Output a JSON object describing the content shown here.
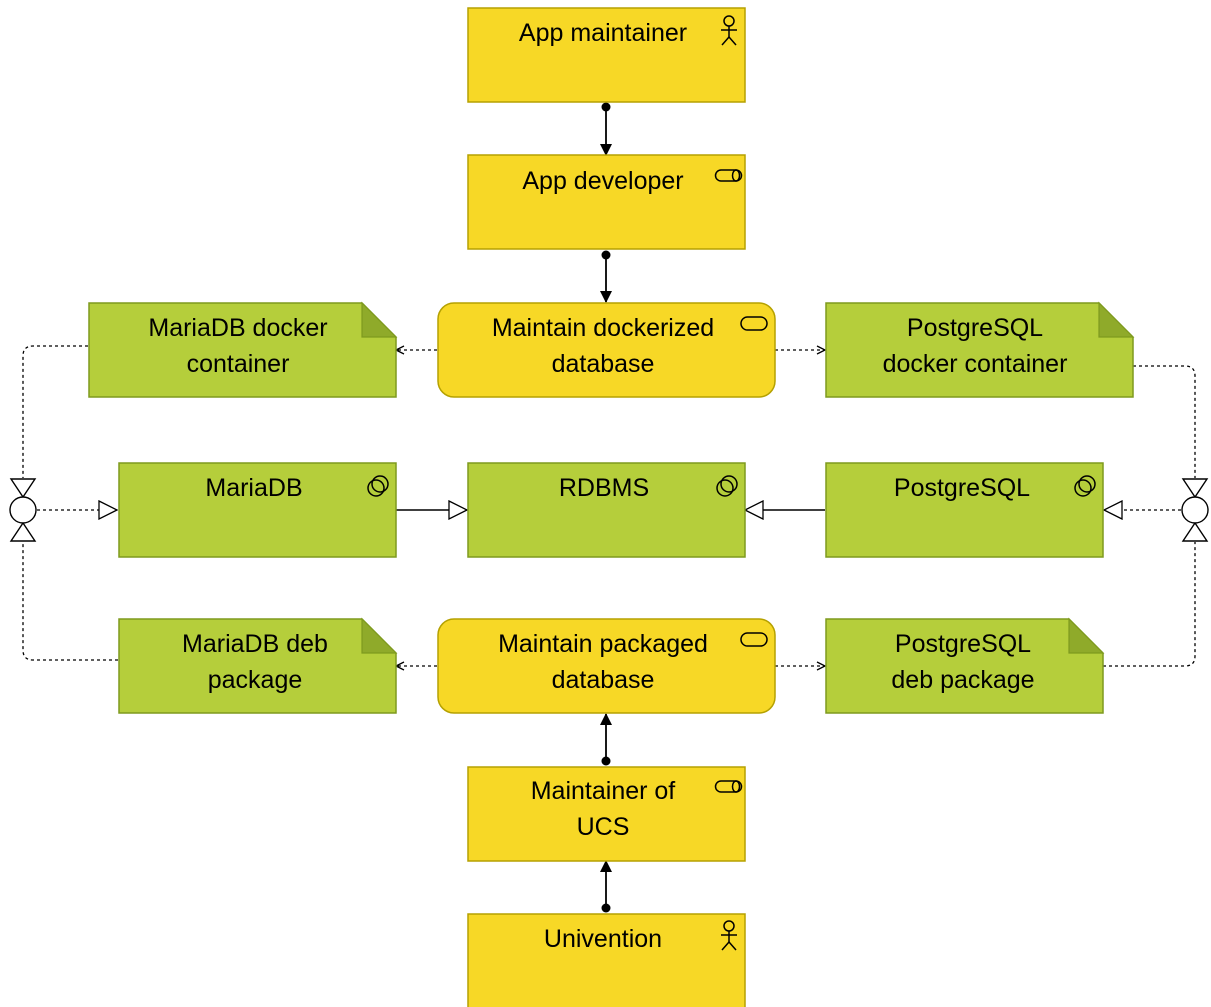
{
  "colors": {
    "business": "#F7D826",
    "business_stroke": "#B5A100",
    "technology": "#B5CE3B",
    "technology_stroke": "#7E9A1E",
    "line": "#000000"
  },
  "nodes": {
    "app_maintainer": {
      "label": [
        "App maintainer"
      ],
      "icon": "actor-icon"
    },
    "app_developer": {
      "label": [
        "App developer"
      ],
      "icon": "role-icon"
    },
    "maintain_dockerized": {
      "label": [
        "Maintain dockerized",
        "database"
      ],
      "icon": "service-icon"
    },
    "mariadb_docker": {
      "label": [
        "MariaDB docker",
        "container"
      ],
      "icon": "artifact-icon"
    },
    "postgresql_docker": {
      "label": [
        "PostgreSQL",
        "docker container"
      ],
      "icon": "artifact-icon"
    },
    "mariadb": {
      "label": [
        "MariaDB"
      ],
      "icon": "system-software-icon"
    },
    "rdbms": {
      "label": [
        "RDBMS"
      ],
      "icon": "system-software-icon"
    },
    "postgresql": {
      "label": [
        "PostgreSQL"
      ],
      "icon": "system-software-icon"
    },
    "mariadb_deb": {
      "label": [
        "MariaDB deb",
        "package"
      ],
      "icon": "artifact-icon"
    },
    "maintain_packaged": {
      "label": [
        "Maintain packaged",
        "database"
      ],
      "icon": "service-icon"
    },
    "postgresql_deb": {
      "label": [
        "PostgreSQL",
        "deb package"
      ],
      "icon": "artifact-icon"
    },
    "maintainer_ucs": {
      "label": [
        "Maintainer of",
        "UCS"
      ],
      "icon": "role-icon"
    },
    "univention": {
      "label": [
        "Univention"
      ],
      "icon": "actor-icon"
    }
  }
}
